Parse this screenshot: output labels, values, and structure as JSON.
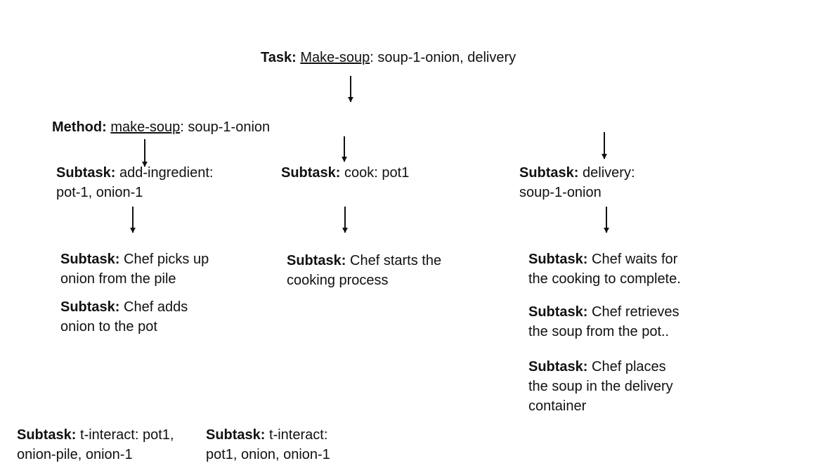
{
  "task": {
    "label": "Task:",
    "name": "Make-soup",
    "args": ": soup-1-onion, delivery"
  },
  "method": {
    "label": "Method:",
    "name": "make-soup",
    "args": ": soup-1-onion"
  },
  "subtask_label": "Subtask:",
  "subtasks": {
    "add_ingredient": {
      "line1": " add-ingredient:",
      "line2": "pot-1, onion-1"
    },
    "cook": {
      "line1": " cook: pot1"
    },
    "delivery": {
      "line1": " delivery:",
      "line2": "soup-1-onion"
    },
    "pickup_onion": {
      "line1": " Chef picks up",
      "line2": "onion from the pile"
    },
    "add_onion": {
      "line1": " Chef adds",
      "line2": "onion to the pot"
    },
    "start_cooking": {
      "line1": " Chef starts the",
      "line2": "cooking process"
    },
    "wait_cooking": {
      "line1": " Chef waits for",
      "line2": "the cooking to complete."
    },
    "retrieve_soup": {
      "line1": " Chef retrieves",
      "line2": "the soup from the pot.."
    },
    "place_soup": {
      "line1": " Chef places",
      "line2": "the soup in the delivery",
      "line3": "container"
    },
    "t_interact_1": {
      "line1": " t-interact: pot1,",
      "line2": "onion-pile, onion-1"
    },
    "t_interact_2": {
      "line1": " t-interact:",
      "line2": "pot1, onion, onion-1"
    }
  }
}
